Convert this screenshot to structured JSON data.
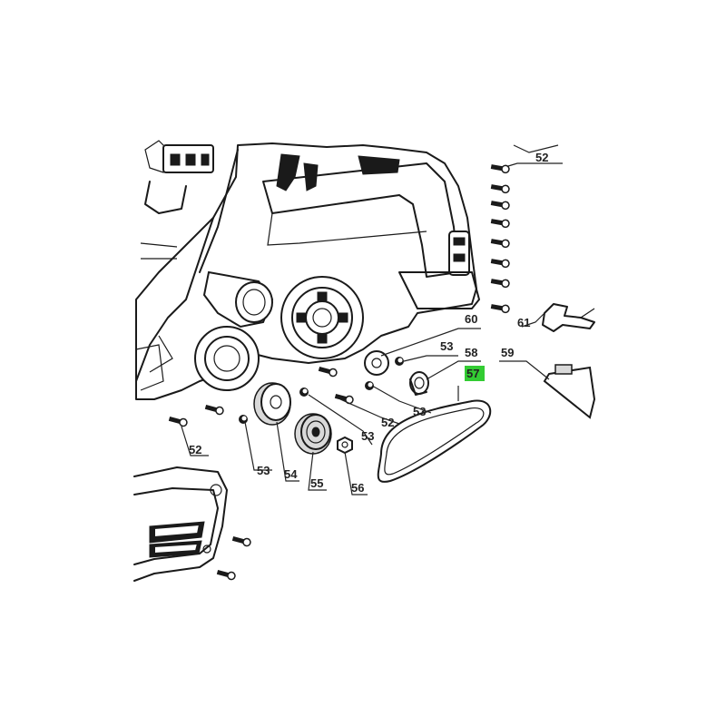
{
  "callouts": [
    {
      "id": "c52a",
      "text": "52"
    },
    {
      "id": "c61",
      "text": "61"
    },
    {
      "id": "c60",
      "text": "60"
    },
    {
      "id": "c53a",
      "text": "53"
    },
    {
      "id": "c58",
      "text": "58"
    },
    {
      "id": "c59",
      "text": "59"
    },
    {
      "id": "c57",
      "text": "57",
      "highlight": "#33cc33"
    },
    {
      "id": "c53b",
      "text": "53"
    },
    {
      "id": "c52b",
      "text": "52"
    },
    {
      "id": "c53c",
      "text": "53"
    },
    {
      "id": "c52c",
      "text": "52"
    },
    {
      "id": "c53d",
      "text": "53"
    },
    {
      "id": "c54",
      "text": "54"
    },
    {
      "id": "c55",
      "text": "55"
    },
    {
      "id": "c56",
      "text": "56"
    }
  ],
  "colors": {
    "ink": "#1a1a1a",
    "highlight": "#33cc33",
    "background": "#ffffff"
  }
}
